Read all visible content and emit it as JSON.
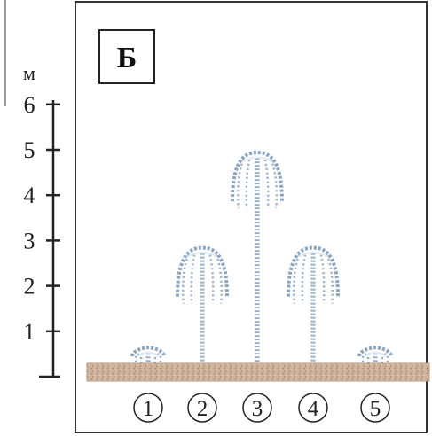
{
  "panel": {
    "label": "Б"
  },
  "scale": {
    "unit": "м",
    "ticks": [
      "1",
      "2",
      "3",
      "4",
      "5",
      "6"
    ]
  },
  "fountains": [
    {
      "number": "1",
      "height_m": 0.6
    },
    {
      "number": "2",
      "height_m": 2.8
    },
    {
      "number": "3",
      "height_m": 4.9
    },
    {
      "number": "4",
      "height_m": 2.8
    },
    {
      "number": "5",
      "height_m": 0.6
    }
  ],
  "colors": {
    "water": "#6f8fb0",
    "ground": "#c9a98c",
    "frame": "#333333"
  }
}
